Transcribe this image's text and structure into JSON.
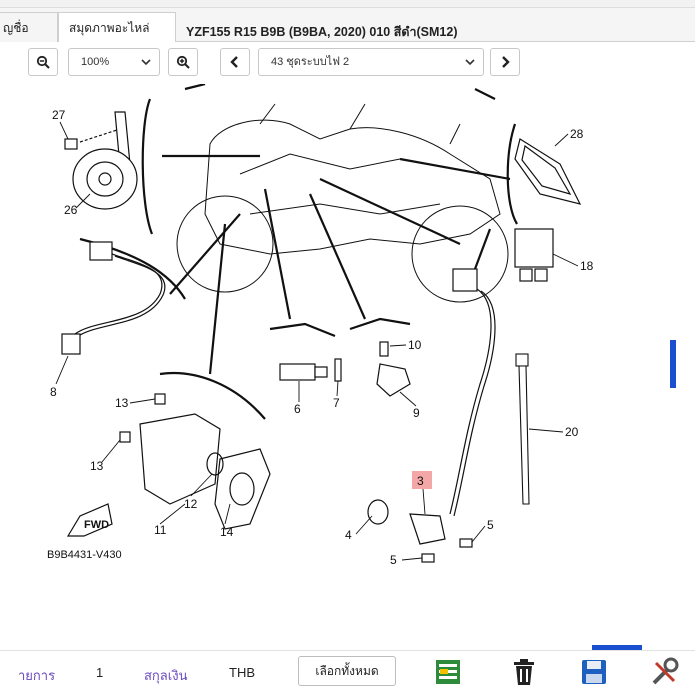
{
  "tabs": [
    {
      "label": "ญชื่อ"
    },
    {
      "label": "สมุดภาพอะไหล่"
    }
  ],
  "document_title": "YZF155 R15 B9B (B9BA, 2020) 010 สีดำ(SM12)",
  "toolbar": {
    "zoom_value": "100%",
    "page_value": "43 ชุดระบบไฟ 2"
  },
  "diagram": {
    "part_numbers": [
      "27",
      "26",
      "28",
      "18",
      "8",
      "10",
      "6",
      "7",
      "9",
      "13",
      "13",
      "20",
      "3",
      "12",
      "11",
      "14",
      "4",
      "5",
      "5"
    ],
    "highlighted_part": "3",
    "plate_code": "B9B4431-V430",
    "arrow_label": "FWD"
  },
  "footer": {
    "items_label": "ายการ",
    "items_count": "1",
    "currency_label": "สกุลเงิน",
    "currency_value": "THB",
    "select_all_label": "เลือกทั้งหมด"
  },
  "colors": {
    "accent_blue": "#1a4fcf",
    "link_purple": "#6a4bbf",
    "highlight_pink": "#f4a7a7"
  }
}
